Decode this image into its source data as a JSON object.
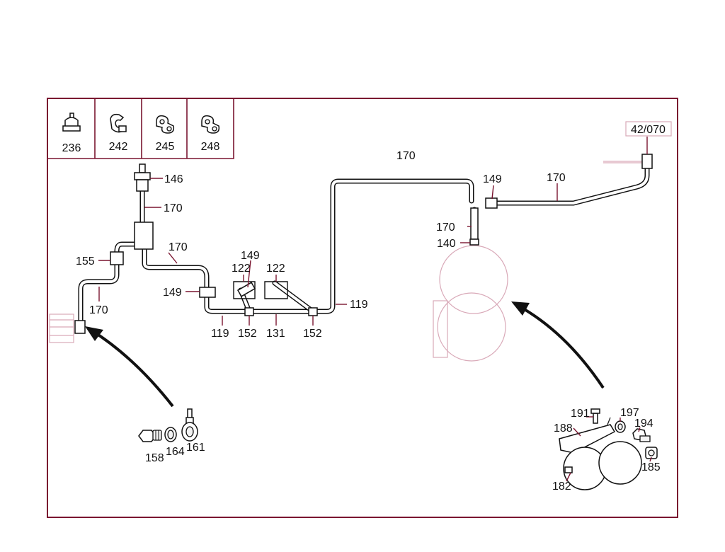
{
  "legend": [
    {
      "number": "236",
      "icon": "hose-clip-236-icon"
    },
    {
      "number": "242",
      "icon": "hose-clip-242-icon"
    },
    {
      "number": "245",
      "icon": "hose-clip-245-icon"
    },
    {
      "number": "248",
      "icon": "hose-clip-248-icon"
    }
  ],
  "reference": "42/070",
  "callouts": {
    "c146": "146",
    "c170_a": "170",
    "c170_b": "170",
    "c155": "155",
    "c170_c": "170",
    "c149_a": "149",
    "c149_b": "149",
    "c122_a": "122",
    "c122_b": "122",
    "c119_a": "119",
    "c152_a": "152",
    "c131": "131",
    "c152_b": "152",
    "c119_b": "119",
    "c170_top": "170",
    "c149_c": "149",
    "c170_right": "170",
    "c170_d": "170",
    "c140": "140",
    "c158": "158",
    "c164": "164",
    "c161": "161",
    "c191": "191",
    "c197": "197",
    "c194": "194",
    "c188": "188",
    "c185": "185",
    "c182": "182"
  },
  "colors": {
    "frame": "#7a1530",
    "line": "#111111",
    "ghost": "#d9a9b8"
  }
}
